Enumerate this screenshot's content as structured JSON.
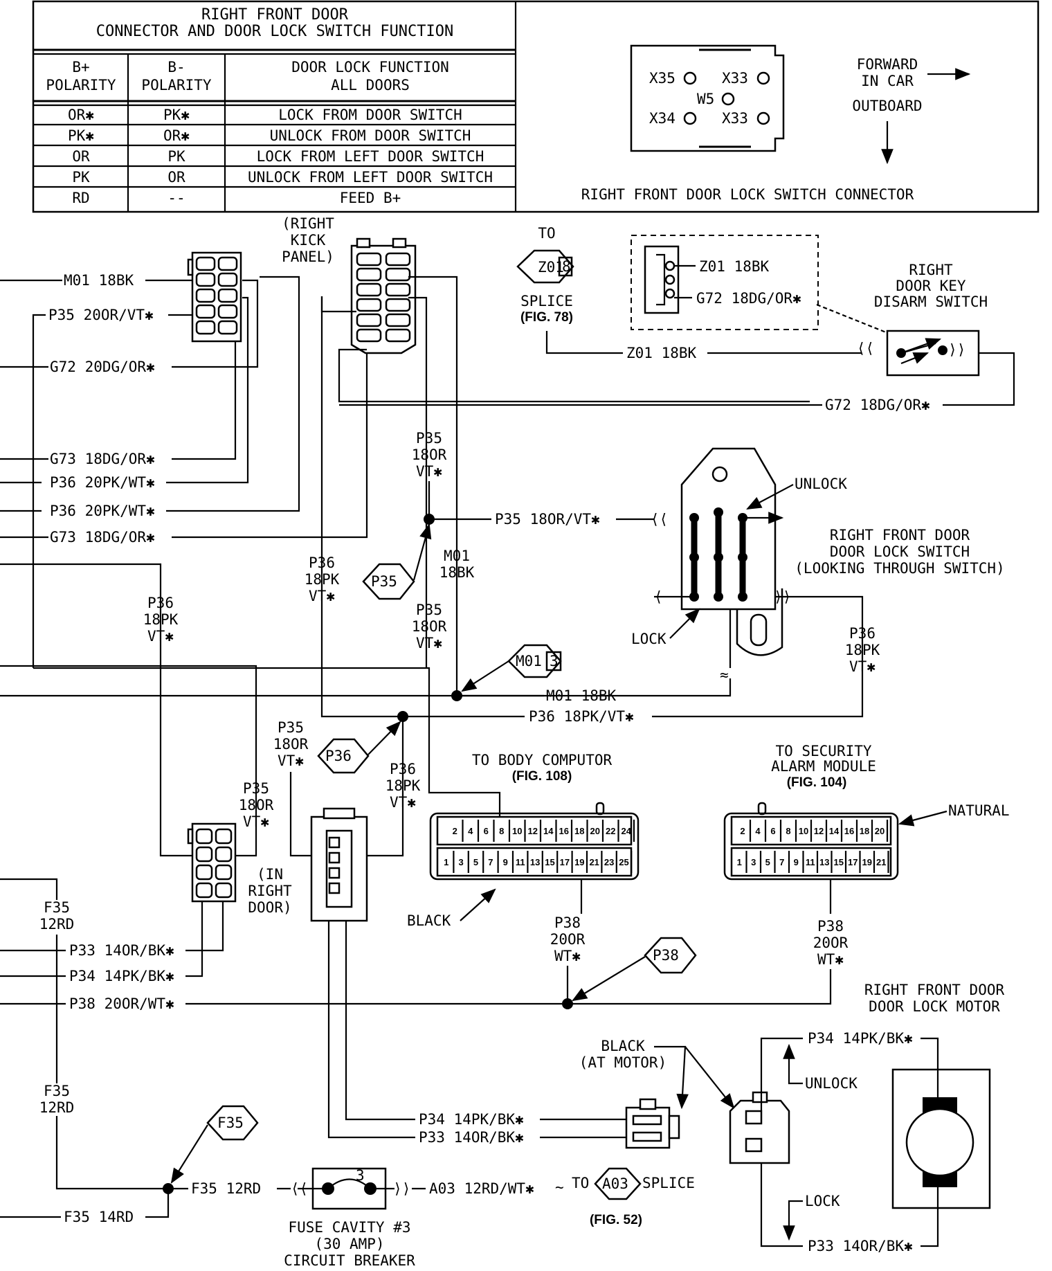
{
  "table": {
    "title_line1": "RIGHT FRONT DOOR",
    "title_line2": "CONNECTOR AND DOOR LOCK SWITCH FUNCTION",
    "headers": {
      "bplus_line1": "B+",
      "bplus_line2": "POLARITY",
      "bminus_line1": "B-",
      "bminus_line2": "POLARITY",
      "func_line1": "DOOR LOCK FUNCTION",
      "func_line2": "ALL DOORS"
    },
    "rows": [
      {
        "bplus": "OR✱",
        "bminus": "PK✱",
        "function": "LOCK FROM DOOR SWITCH"
      },
      {
        "bplus": "PK✱",
        "bminus": "OR✱",
        "function": "UNLOCK FROM DOOR SWITCH"
      },
      {
        "bplus": "OR",
        "bminus": "PK",
        "function": "LOCK FROM LEFT DOOR SWITCH"
      },
      {
        "bplus": "PK",
        "bminus": "OR",
        "function": "UNLOCK FROM LEFT DOOR SWITCH"
      },
      {
        "bplus": "RD",
        "bminus": "--",
        "function": "FEED B+"
      }
    ]
  },
  "connector_view": {
    "pins": [
      "X35",
      "X33",
      "W5",
      "X34",
      "X33"
    ],
    "caption": "RIGHT FRONT DOOR LOCK SWITCH CONNECTOR",
    "forward_line1": "FORWARD",
    "forward_line2": "IN CAR",
    "outboard": "OUTBOARD"
  },
  "labels": {
    "kick_panel_1": "(RIGHT",
    "kick_panel_2": "KICK",
    "kick_panel_3": "PANEL)",
    "in_right_door_1": "(IN",
    "in_right_door_2": "RIGHT",
    "in_right_door_3": "DOOR)",
    "to": "TO",
    "splice": "SPLICE",
    "fig78": "(FIG. 78)",
    "disarm_1": "RIGHT",
    "disarm_2": "DOOR KEY",
    "disarm_3": "DISARM SWITCH",
    "unlock": "UNLOCK",
    "lock": "LOCK",
    "switch_1": "RIGHT FRONT DOOR",
    "switch_2": "DOOR LOCK SWITCH",
    "switch_3": "(LOOKING THROUGH SWITCH)",
    "body_comp_1": "TO BODY COMPUTOR",
    "body_comp_2": "(FIG. 108)",
    "alarm_1": "TO SECURITY",
    "alarm_2": "ALARM MODULE",
    "alarm_3": "(FIG. 104)",
    "natural": "NATURAL",
    "black": "BLACK",
    "motor_1": "RIGHT FRONT DOOR",
    "motor_2": "DOOR LOCK MOTOR",
    "black_at_motor_1": "BLACK",
    "black_at_motor_2": "(AT MOTOR)",
    "motor_unlock": "UNLOCK",
    "motor_lock": "LOCK",
    "fuse_1": "FUSE CAVITY #3",
    "fuse_2": "(30 AMP)",
    "fuse_3": "CIRCUIT BREAKER",
    "fuse_num": "3",
    "a03_to": "TO",
    "a03_splice": "SPLICE",
    "fig52": "(FIG. 52)"
  },
  "diamonds": {
    "z01": "Z01",
    "z01_pin": "8",
    "p35": "P35",
    "m01": "M01",
    "m01_pin": "3",
    "p36": "P36",
    "p38": "P38",
    "f35": "F35",
    "a03": "A03"
  },
  "wires": {
    "m01_18bk_left": "M01 18BK",
    "p35_20or_vt_1": "P35 20OR/VT✱",
    "g72_20dg_or": "G72 20DG/OR✱",
    "g73_18dg_or_1": "G73 18DG/OR✱",
    "p36_20pk_wt_1": "P36 20PK/WT✱",
    "p36_20pk_wt_2": "P36 20PK/WT✱",
    "g73_18dg_or_2": "G73 18DG/OR✱",
    "z01_18bk_disarm": "Z01 18BK",
    "g72_18dg_or_disarm": "G72 18DG/OR✱",
    "z01_18bk_pin": "Z01 18BK",
    "g72_18dg_or_pin": "G72 18DG/OR✱",
    "p35_18or_vt_switch": "P35 18OR/VT✱",
    "m01_18bk_bottom": "M01 18BK",
    "p36_18pk_vt_bottom": "P36 18PK/VT✱",
    "p33_14or_bk": "P33 14OR/BK✱",
    "p34_14pk_bk": "P34 14PK/BK✱",
    "p38_20or_wt": "P38 20OR/WT✱",
    "p34_14pk_bk_motor": "P34 14PK/BK✱",
    "p33_14or_bk_motor": "P33 14OR/BK✱",
    "p34_14pk_bk_term": "P34 14PK/BK✱",
    "p33_14or_bk_term": "P33 14OR/BK✱",
    "f35_12rd": "F35 12RD",
    "f35_14rd": "F35 14RD",
    "a03_12rd_wt": "A03 12RD/WT✱"
  },
  "vlabels": {
    "p35_18or_vt_a": [
      "P35",
      "18OR",
      "VT✱"
    ],
    "p36_18pk_vt_a": [
      "P36",
      "18PK",
      "VT✱"
    ],
    "m01_18bk_v": [
      "M01",
      "18BK"
    ],
    "p35_18or_vt_b": [
      "P35",
      "18OR",
      "VT✱"
    ],
    "p36_18pk_vt_b": [
      "P36",
      "18PK",
      "VT✱"
    ],
    "p36_18pk_vt_c": [
      "P36",
      "18PK",
      "VT✱"
    ],
    "p35_18or_vt_c": [
      "P35",
      "18OR",
      "VT✱"
    ],
    "p35_18or_vt_d": [
      "P35",
      "18OR",
      "VT✱"
    ],
    "p36_18pk_vt_d": [
      "P36",
      "18PK",
      "VT✱"
    ],
    "p38_20or_wt_a": [
      "P38",
      "20OR",
      "WT✱"
    ],
    "p38_20or_wt_b": [
      "P38",
      "20OR",
      "WT✱"
    ],
    "f35_12rd_a": [
      "F35",
      "12RD"
    ],
    "f35_12rd_b": [
      "F35",
      "12RD"
    ]
  },
  "body_pins_top": [
    "2",
    "4",
    "6",
    "8",
    "10",
    "12",
    "14",
    "16",
    "18",
    "20",
    "22",
    "24"
  ],
  "body_pins_bottom": [
    "1",
    "3",
    "5",
    "7",
    "9",
    "11",
    "13",
    "15",
    "17",
    "19",
    "21",
    "23",
    "25"
  ],
  "alarm_pins_top": [
    "2",
    "4",
    "6",
    "8",
    "10",
    "12",
    "14",
    "16",
    "18",
    "20"
  ],
  "alarm_pins_bottom": [
    "1",
    "3",
    "5",
    "7",
    "9",
    "11",
    "13",
    "15",
    "17",
    "19",
    "21"
  ]
}
